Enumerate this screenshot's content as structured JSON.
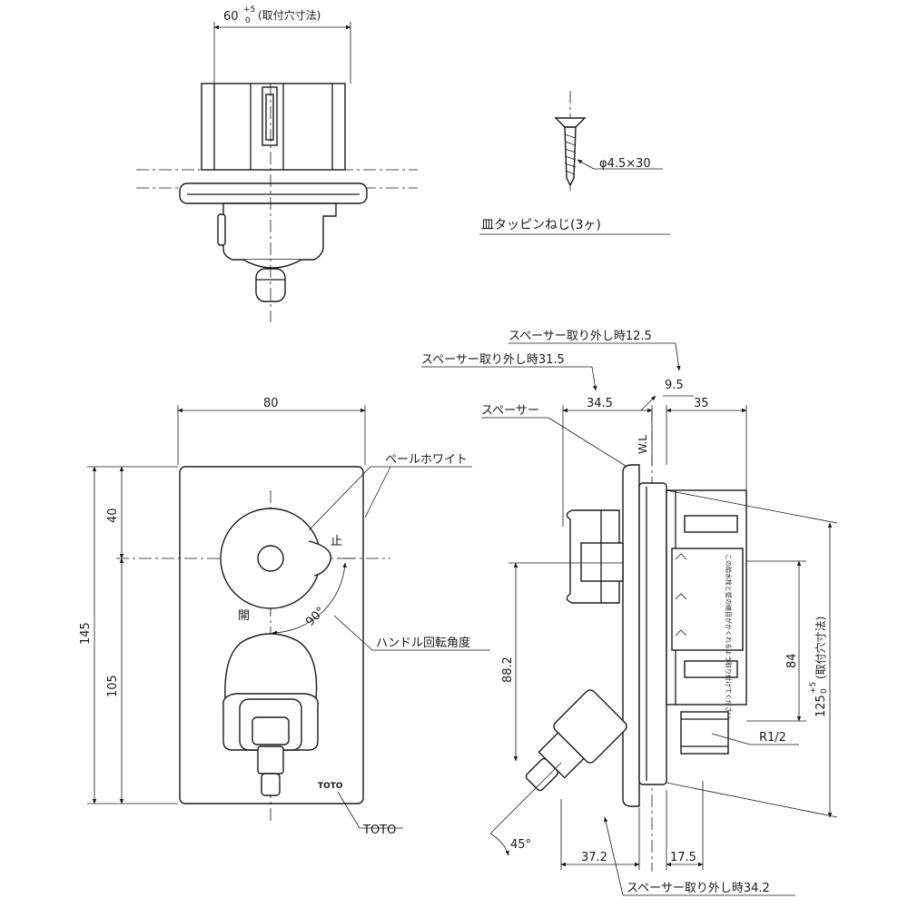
{
  "top_view": {
    "dim_width": "60",
    "dim_tol": "+5",
    "dim_tol_low": "0",
    "dim_note": "(取付穴寸法)"
  },
  "screw": {
    "spec": "φ4.5×30",
    "label": "皿タッピンねじ(3ヶ)"
  },
  "front_view": {
    "dim_width": "80",
    "dim_height": "145",
    "dim_upper": "40",
    "dim_lower": "105",
    "color_label": "ペールホワイト",
    "stop_label": "止",
    "open_label": "開",
    "angle_label": "90°",
    "rotation_label": "ハンドル回転角度",
    "brand_mark": "TOTO",
    "brand_label": "TOTO"
  },
  "side_view": {
    "spacer_removed_1": "スペーサー取り外し時12.5",
    "spacer_removed_2": "スペーサー取り外し時31.5",
    "dim_9_5": "9.5",
    "dim_34_5": "34.5",
    "dim_35": "35",
    "spacer_label": "スペーサー",
    "wl_label": "W.L",
    "dim_88_2": "88.2",
    "dim_84": "84",
    "dim_125": "125",
    "dim_125_tol": "+5",
    "dim_125_tol_low": "0",
    "dim_125_note": "(取付穴寸法)",
    "thread_label": "R1/2",
    "angle_45": "45°",
    "dim_37_2": "37.2",
    "dim_17_5": "17.5",
    "spacer_removed_3": "スペーサー取り外し時34.2",
    "sticker_text": "この給水栓と壁の継目がかくれるよう取り付けてください"
  }
}
